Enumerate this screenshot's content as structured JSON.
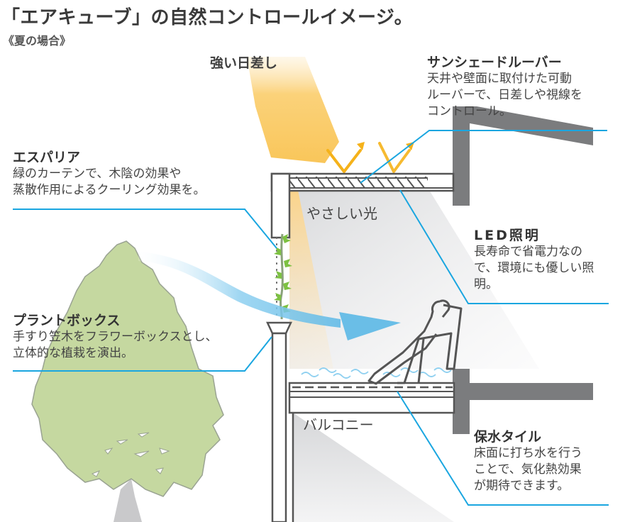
{
  "header": {
    "title": "「エアキューブ」の自然コントロールイメージ。",
    "subtitle": "《夏の場合》"
  },
  "diagram_labels": {
    "strong_sunlight": "強い日差し",
    "gentle_light": "やさしい光",
    "balcony": "バルコニー"
  },
  "callouts": [
    {
      "id": "sunshade-louver",
      "title": "サンシェードルーバー",
      "lines": [
        "天井や壁面に取付けた可動",
        "ルーバーで、日差しや視線を",
        "コントロール。"
      ]
    },
    {
      "id": "espalier",
      "title": "エスパリア",
      "lines": [
        "緑のカーテンで、木陰の効果や",
        "蒸散作用によるクーリング効果を。"
      ]
    },
    {
      "id": "led-lighting",
      "title": "LED照明",
      "lines": [
        "長寿命で省電力なの",
        "で、環境にも優しい照",
        "明。"
      ]
    },
    {
      "id": "plant-box",
      "title": "プラントボックス",
      "lines": [
        "手すり笠木をフラワーボックスとし、",
        "立体的な植栽を演出。"
      ]
    },
    {
      "id": "water-retaining-tile",
      "title": "保水タイル",
      "lines": [
        "床面に打ち水を行う",
        "ことで、気化熱効果",
        "が期待できます。"
      ]
    }
  ],
  "colors": {
    "leader_line": "#1aa6e0",
    "structure_gray": "#7b7c7e",
    "sunlight": "#f9c65a",
    "arrow_orange": "#f5b21a",
    "tree_green": "#c5d8a0",
    "ivy_green": "#7dc142",
    "breeze_blue": "#6cc0ea",
    "light_cone": "#dfe0e2"
  }
}
